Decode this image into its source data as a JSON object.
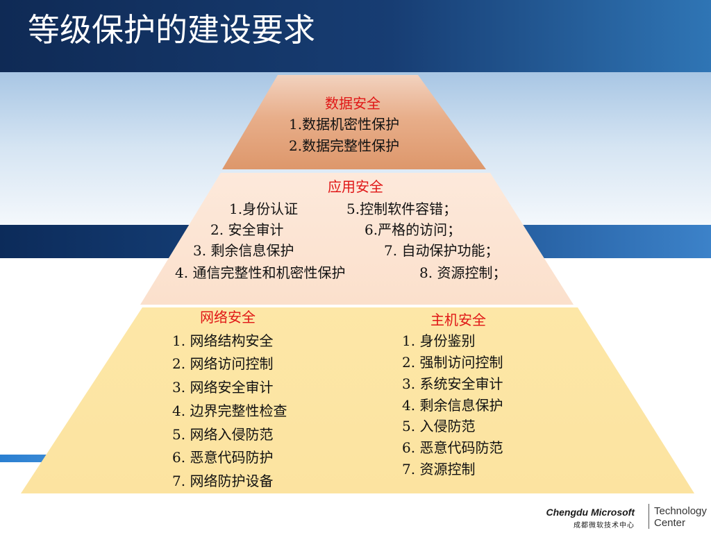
{
  "slide": {
    "title": "等级保护的建设要求",
    "top_tier": {
      "heading": "数据安全",
      "items": [
        "1.数据机密性保护",
        "2.数据完整性保护"
      ]
    },
    "middle_tier": {
      "heading": "应用安全",
      "left_items": [
        "1.身份认证",
        "2. 安全审计",
        "3. 剩余信息保护",
        "4. 通信完整性和机密性保护"
      ],
      "right_items": [
        "5.控制软件容错；",
        "6.严格的访问；",
        "7. 自动保护功能；",
        "8. 资源控制；"
      ]
    },
    "bottom_tier": {
      "network": {
        "heading": "网络安全",
        "items": [
          "1. 网络结构安全",
          "2. 网络访问控制",
          "3. 网络安全审计",
          "4. 边界完整性检查",
          "5. 网络入侵防范",
          "6. 恶意代码防护",
          "7. 网络防护设备"
        ]
      },
      "host": {
        "heading": "主机安全",
        "items": [
          "1. 身份鉴别",
          "2. 强制访问控制",
          "3. 系统安全审计",
          "4. 剩余信息保护",
          "5. 入侵防范",
          "6. 恶意代码防范",
          "7. 资源控制"
        ]
      }
    },
    "logo": {
      "name": "Chengdu Microsoft",
      "subtitle": "成都微软技术中心",
      "right_line1": "Technology",
      "right_line2": "Center"
    }
  }
}
